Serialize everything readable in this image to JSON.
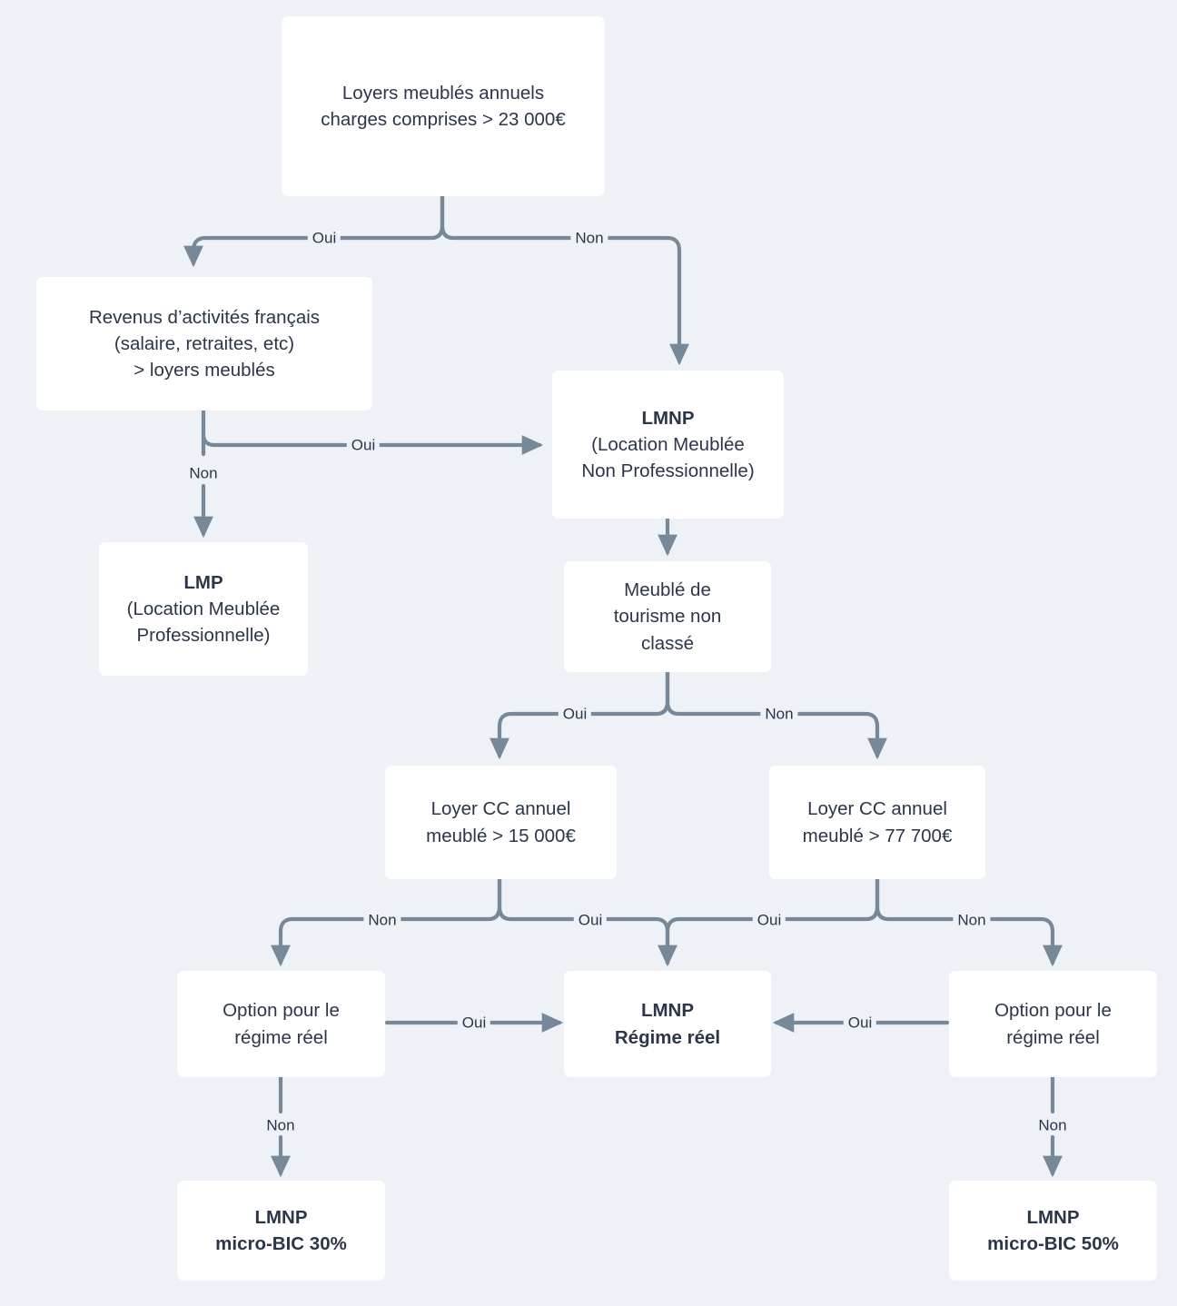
{
  "diagram": {
    "title": "Arbre de decision fiscalite location meublee",
    "background_color": "#eef2f6",
    "node_color": "#ffffff",
    "edge_color": "#778899",
    "text_color": "#2b3648"
  },
  "nodes": {
    "loyers_annuels": {
      "line1": "Loyers meublés annuels",
      "line2": "charges comprises > 23 000€"
    },
    "revenus_activites": {
      "line1": "Revenus d’activités français",
      "line2": "(salaire, retraites, etc)",
      "line3": "> loyers meublés"
    },
    "lmnp": {
      "line1": "LMNP",
      "line2": "(Location Meublée",
      "line3": "Non Professionnelle)"
    },
    "lmp": {
      "line1": "LMP",
      "line2": "(Location Meublée",
      "line3": "Professionnelle)"
    },
    "meuble_tourisme": {
      "line1": "Meublé de",
      "line2": "tourisme non",
      "line3": "classé"
    },
    "loyer_15000": {
      "line1": "Loyer CC annuel",
      "line2": "meublé > 15 000€"
    },
    "loyer_77700": {
      "line1": "Loyer CC annuel",
      "line2": "meublé > 77 700€"
    },
    "option_reel_left": {
      "line1": "Option pour le",
      "line2": "régime réel"
    },
    "lmnp_reel": {
      "line1": "LMNP",
      "line2": "Régime réel"
    },
    "option_reel_right": {
      "line1": "Option pour le",
      "line2": "régime réel"
    },
    "micro_bic_30": {
      "line1": "LMNP",
      "line2": "micro-BIC 30%"
    },
    "micro_bic_50": {
      "line1": "LMNP",
      "line2": "micro-BIC 50%"
    }
  },
  "edge_labels": {
    "root_oui": "Oui",
    "root_non": "Non",
    "revenus_oui": "Oui",
    "revenus_non": "Non",
    "tourisme_oui": "Oui",
    "tourisme_non": "Non",
    "l15_non": "Non",
    "l15_oui": "Oui",
    "l77_oui": "Oui",
    "l77_non": "Non",
    "opt_left_oui": "Oui",
    "opt_left_non": "Non",
    "opt_right_oui": "Oui",
    "opt_right_non": "Non"
  }
}
